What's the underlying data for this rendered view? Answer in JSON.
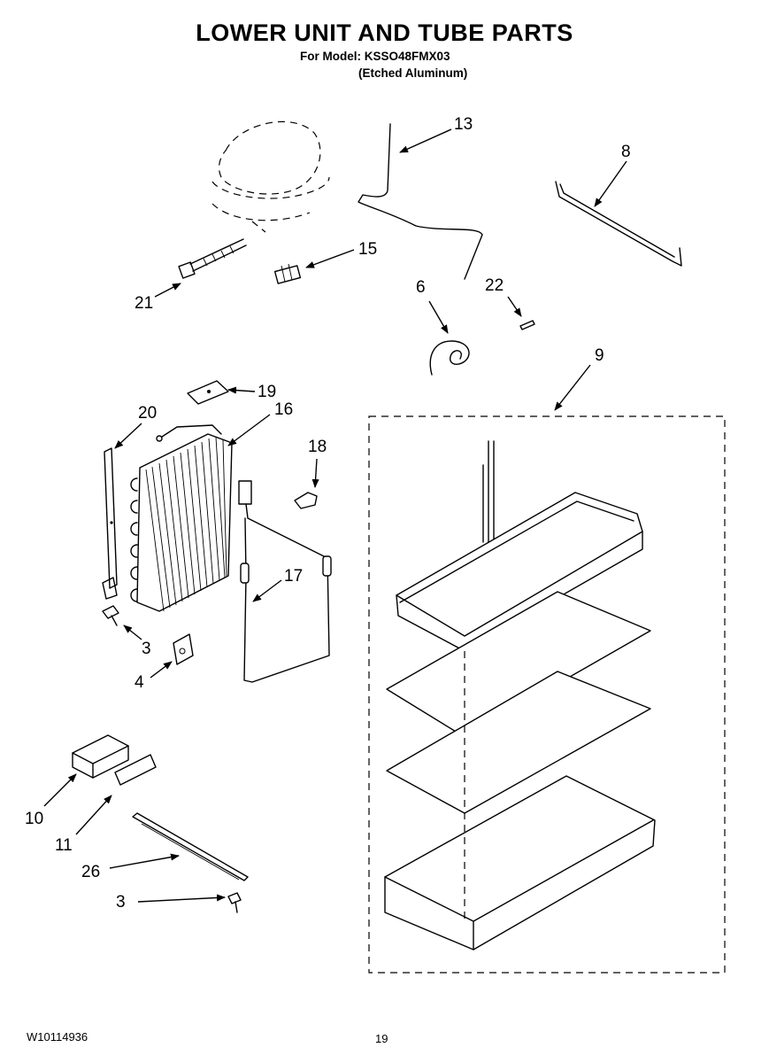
{
  "header": {
    "title": "LOWER UNIT AND TUBE PARTS",
    "model_line": "For Model: KSSO48FMX03",
    "finish_line": "(Etched Aluminum)"
  },
  "callouts": {
    "c13": "13",
    "c8": "8",
    "c15": "15",
    "c21": "21",
    "c6": "6",
    "c22": "22",
    "c9": "9",
    "c19": "19",
    "c20": "20",
    "c16": "16",
    "c18": "18",
    "c17": "17",
    "c3a": "3",
    "c4": "4",
    "c10": "10",
    "c11": "11",
    "c26": "26",
    "c3b": "3"
  },
  "footer": {
    "doc_number": "W10114936",
    "page_number": "19"
  }
}
